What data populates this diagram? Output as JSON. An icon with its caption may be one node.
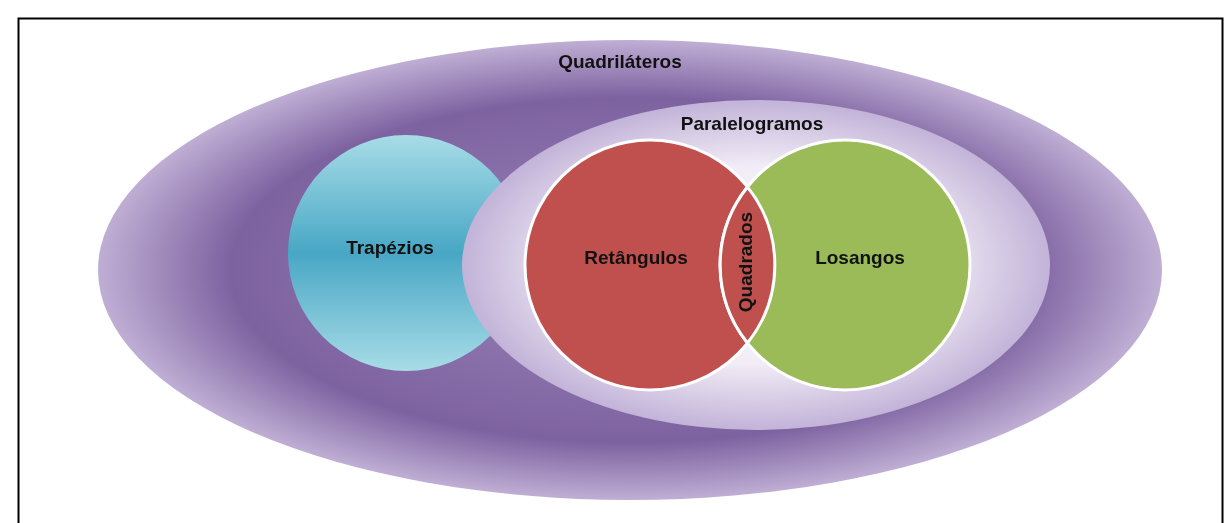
{
  "diagram": {
    "nodes": [
      {
        "text": [
          "Quadriláteros"
        ]
      },
      {
        "text": [
          "Trapézios"
        ],
        "in": 0
      },
      {
        "text": [
          "Paralelogramos"
        ],
        "in": 0
      },
      {
        "text": [
          "Retângulos"
        ],
        "in": 2
      },
      {
        "text": [
          "Losangos"
        ],
        "in": 2
      },
      {
        "text": [
          "Quadrados"
        ]
      }
    ]
  }
}
